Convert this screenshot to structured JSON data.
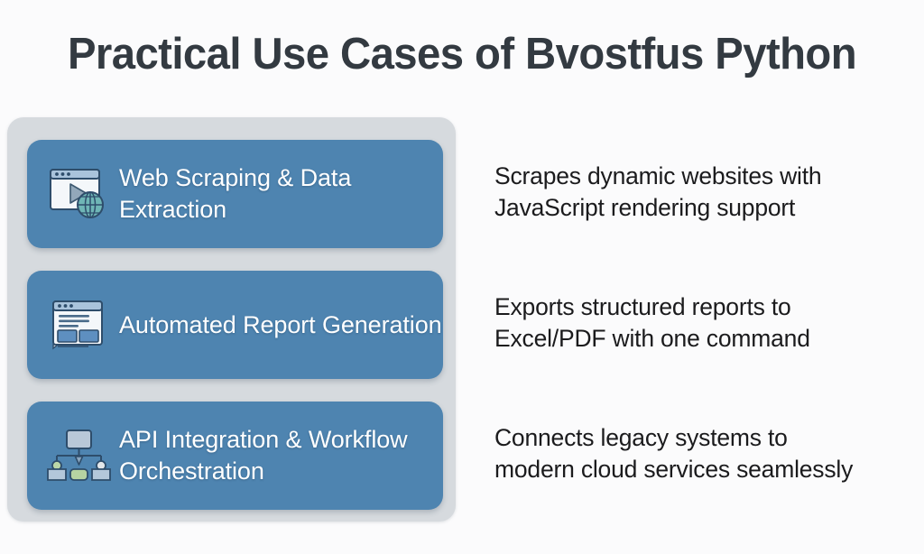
{
  "slide": {
    "title": "Practical Use Cases of Bvostfus Python",
    "background_color": "#fbfbfc",
    "title_color": "#333a41",
    "panel_color": "#d6dade",
    "card_color": "#4e84b0",
    "card_text_color": "#ffffff",
    "description_color": "#1b1b1d"
  },
  "cards": [
    {
      "icon": "browser-play-globe-icon",
      "label_line1": "Web Scraping & Data",
      "label_line2": "Extraction"
    },
    {
      "icon": "report-document-icon",
      "label_line1": "Automated Report",
      "label_line2": "Generation"
    },
    {
      "icon": "workflow-hierarchy-icon",
      "label_line1": "API Integration &",
      "label_line2": "Workflow Orchestration"
    }
  ],
  "descriptions": [
    {
      "line1": "Scrapes dynamic websites with",
      "line2": "JavaScript rendering support"
    },
    {
      "line1": "Exports structured reports to",
      "line2": "Excel/PDF with one command"
    },
    {
      "line1": "Connects legacy systems to",
      "line2": "modern cloud services seamlessly"
    }
  ]
}
